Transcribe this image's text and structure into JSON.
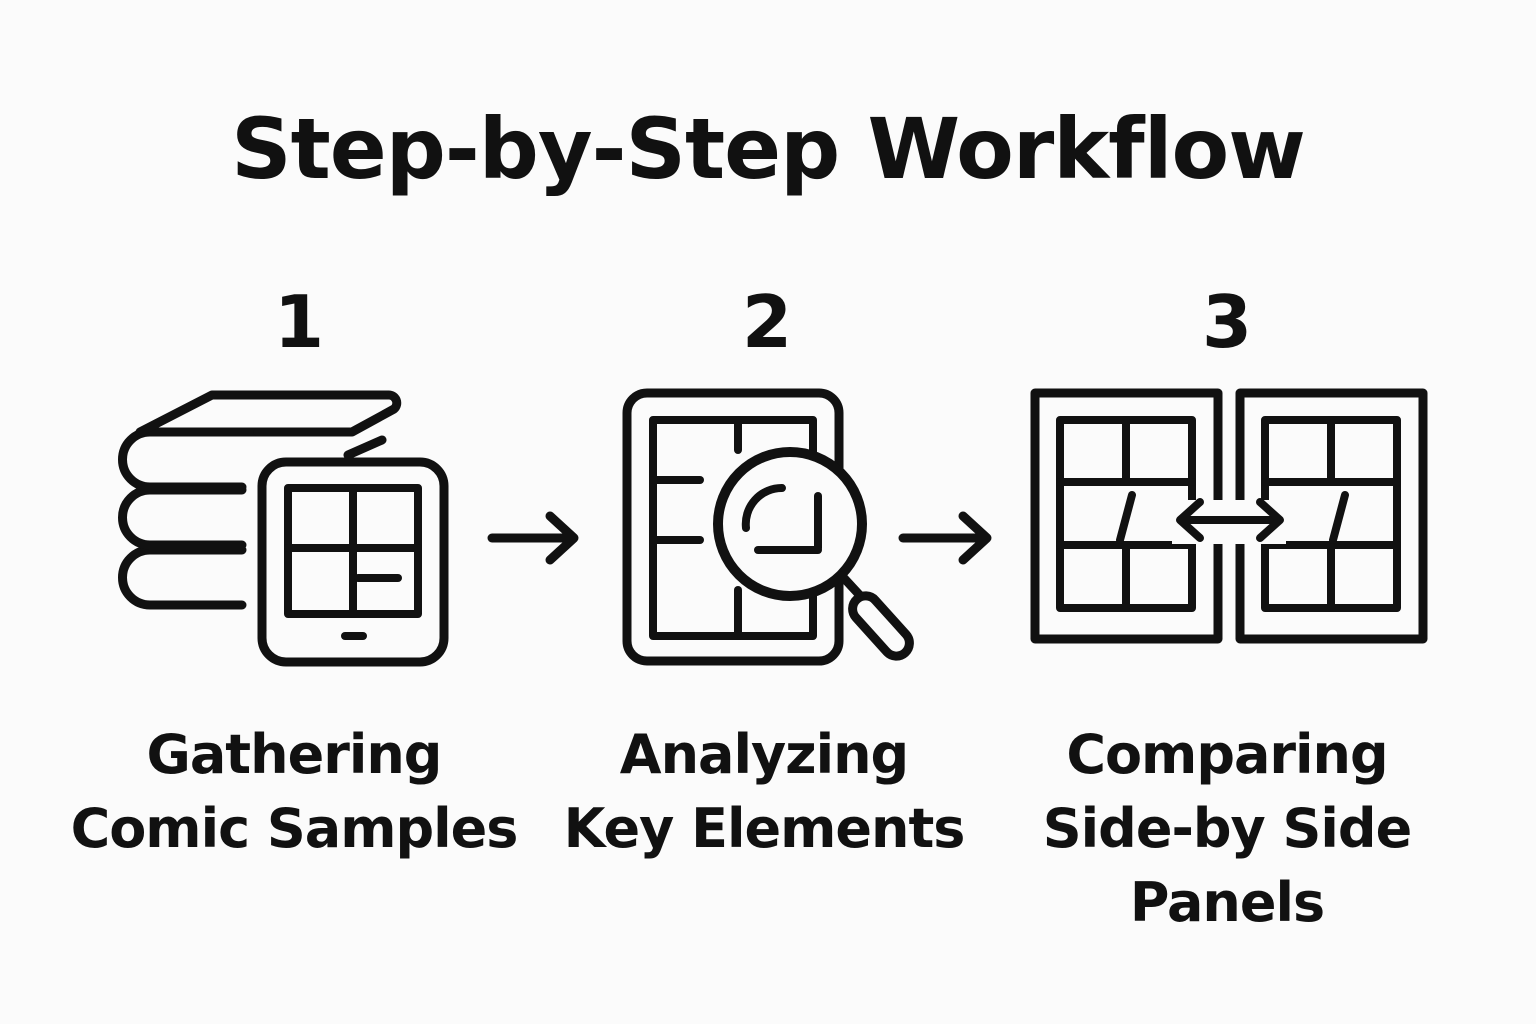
{
  "title": "Step-by-Step Workflow",
  "steps": [
    {
      "number": "1",
      "label_lines": [
        "Gathering",
        "Comic Samples"
      ],
      "icon": "comic-stack-tablet-icon"
    },
    {
      "number": "2",
      "label_lines": [
        "Analyzing",
        "Key Elements"
      ],
      "icon": "magnifier-panel-icon"
    },
    {
      "number": "3",
      "label_lines": [
        "Comparing",
        "Side-by Side",
        "Panels"
      ],
      "icon": "side-by-side-panels-icon"
    }
  ],
  "connectors": [
    "arrow-right-icon",
    "arrow-right-icon"
  ],
  "colors": {
    "ink": "#111111",
    "background": "#fbfbfb"
  }
}
